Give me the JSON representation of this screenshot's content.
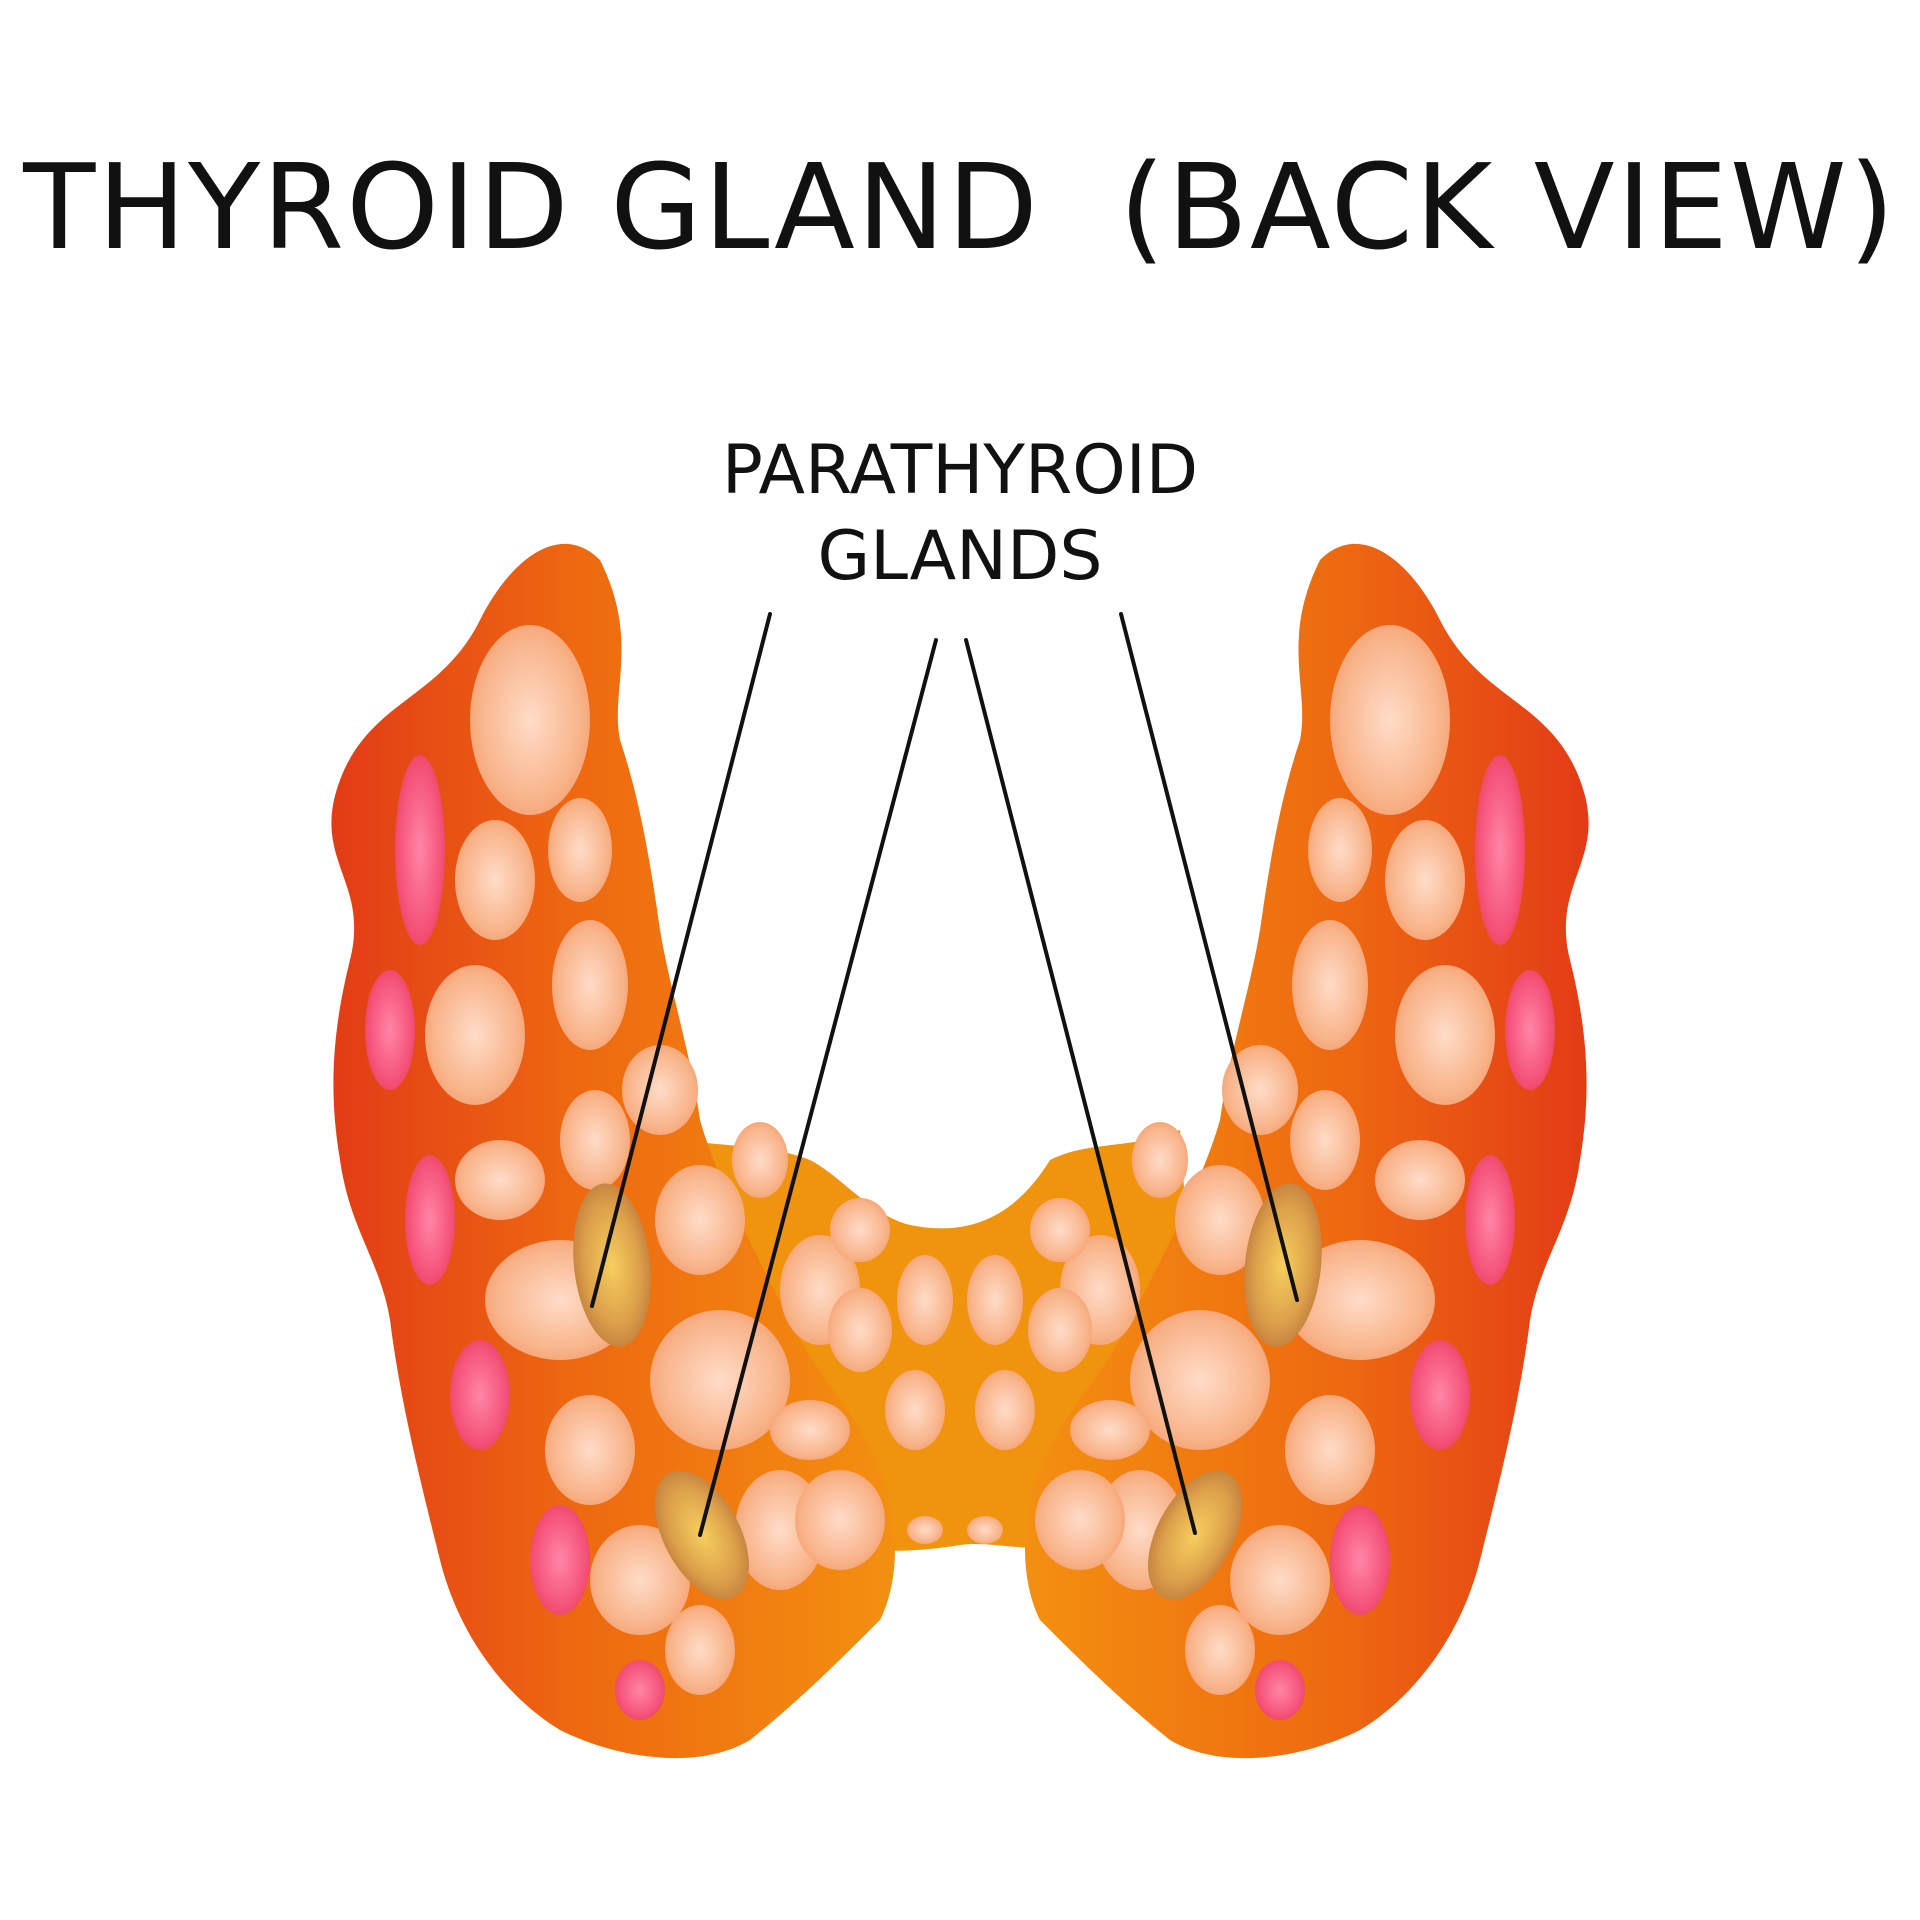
{
  "title": "THYROID GLAND  (BACK VIEW)",
  "label": {
    "line1": "PARATHYROID",
    "line2": "GLANDS"
  },
  "colors": {
    "gland_outer": "#e8401a",
    "gland_mid": "#f07a10",
    "gland_center": "#f29a10",
    "lobule": "#f7b38a",
    "lobule_core": "#ffd9c6",
    "hot_lobule": "#f5537a",
    "parathyroid": "#c8833a",
    "parathyroid_core": "#f3c45a",
    "leader_line": "#111111"
  }
}
